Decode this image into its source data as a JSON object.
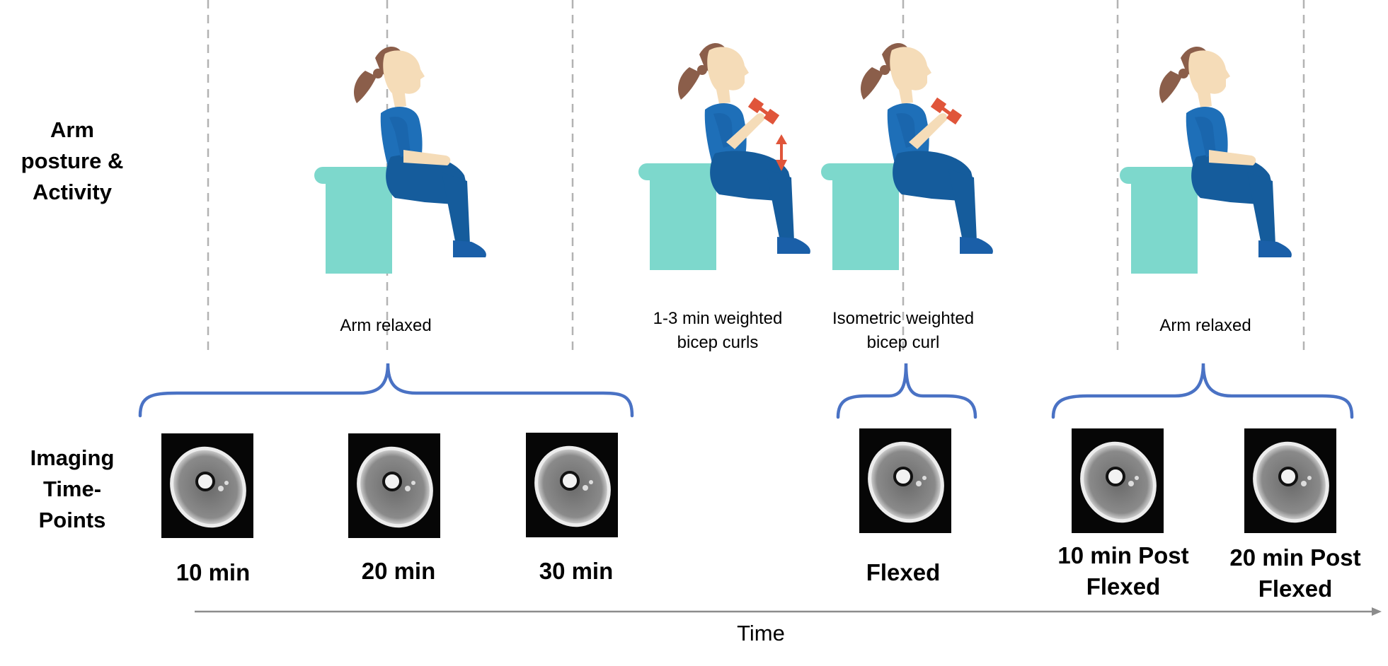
{
  "row_labels": {
    "activity": [
      "Arm",
      "posture &",
      "Activity"
    ],
    "imaging": [
      "Imaging",
      "Time-",
      "Points"
    ]
  },
  "postures": [
    {
      "label": [
        "Arm relaxed"
      ],
      "figure": "seated-woman-arm-relaxed"
    },
    {
      "label": [
        "1-3 min weighted",
        "bicep curls"
      ],
      "figure": "seated-woman-bicep-curl-with-motion-arrow"
    },
    {
      "label": [
        "Isometric  weighted",
        "bicep curl"
      ],
      "figure": "seated-woman-isometric-curl"
    },
    {
      "label": [
        "Arm relaxed"
      ],
      "figure": "seated-woman-arm-relaxed"
    }
  ],
  "timepoints": [
    {
      "label": [
        "10 min"
      ]
    },
    {
      "label": [
        "20 min"
      ]
    },
    {
      "label": [
        "30 min"
      ]
    },
    {
      "label": [
        "Flexed"
      ]
    },
    {
      "label": [
        "10 min Post",
        "Flexed"
      ]
    },
    {
      "label": [
        "20 min Post",
        "Flexed"
      ]
    }
  ],
  "axis": {
    "label": "Time"
  },
  "colors": {
    "brace": "#4a72c4",
    "divider": "#b3b3b3",
    "axis": "#8c8c8c",
    "shirt": "#1e6fb8",
    "pants": "#155c9c",
    "shoe": "#1a5fa8",
    "skin": "#f5dcb8",
    "hair": "#8b5e4a",
    "stool": "#7dd8cc",
    "weight": "#e0553a"
  }
}
